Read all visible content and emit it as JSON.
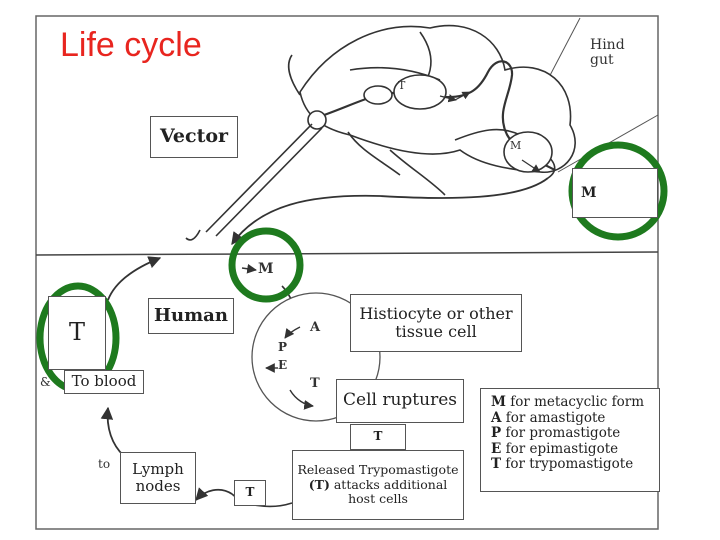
{
  "title": "Life cycle",
  "labels": {
    "vector": "Vector",
    "human": "Human",
    "hind_gut": "Hind gut",
    "T_vector": "T",
    "M_vector": "M",
    "M_right": "M",
    "M_mid": "M",
    "T_left": "T",
    "A_cell": "A",
    "P_cell": "P",
    "E_cell": "E",
    "T_cell": "T",
    "to_blood": "To blood",
    "amp": "&",
    "to": "to",
    "lymph_nodes": "Lymph nodes",
    "T_bottom": "T",
    "histiocyte": "Histiocyte or other tissue cell",
    "cell_ruptures": "Cell ruptures",
    "T_rupture": "T",
    "released_1": "Released Trypomastigote",
    "released_2_bold": "(T)",
    "released_2_rest": " attacks additional",
    "released_3": "host cells"
  },
  "key": [
    {
      "letter": "M",
      "text": " for metacyclic form"
    },
    {
      "letter": "A",
      "text": " for amastigote"
    },
    {
      "letter": "P",
      "text": " for promastigote"
    },
    {
      "letter": "E",
      "text": " for epimastigote"
    },
    {
      "letter": "T",
      "text": " for trypomastigote"
    }
  ],
  "colors": {
    "title": "#e8251f",
    "highlight_circle": "#1e7a1e",
    "line": "#333333"
  }
}
